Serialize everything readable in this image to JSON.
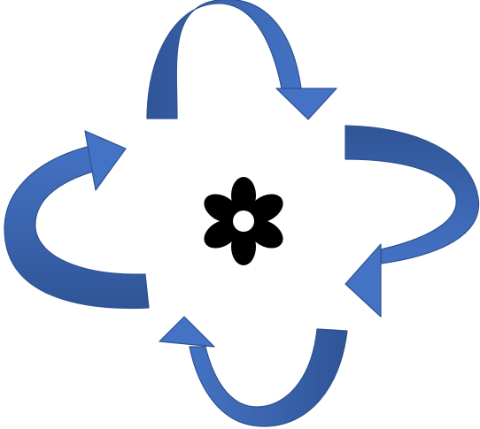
{
  "diagram": {
    "type": "cycle",
    "direction": "clockwise",
    "arrow_count": 4,
    "center_icon": "flower-icon",
    "colors": {
      "arrow_fill": "#4472C4",
      "arrow_shadow": "#2F5597",
      "arrow_stroke": "#2F528F",
      "icon": "#000000",
      "icon_center": "#ffffff",
      "background": "#ffffff"
    }
  }
}
